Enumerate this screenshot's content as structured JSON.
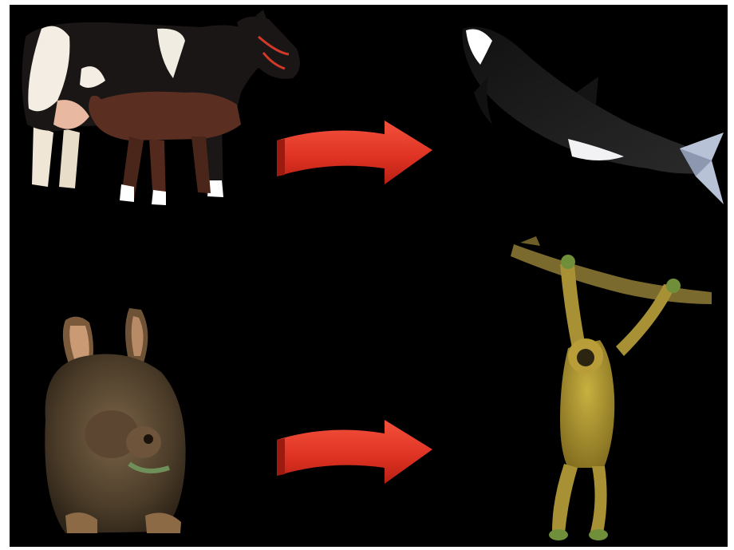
{
  "scene": {
    "background": "#000000",
    "frame": "#ffffff",
    "pairs": [
      {
        "from": "cow-with-calf",
        "to": "orca-whale"
      },
      {
        "from": "rabbit",
        "to": "gibbon"
      }
    ],
    "arrow_color": "#e03424"
  }
}
